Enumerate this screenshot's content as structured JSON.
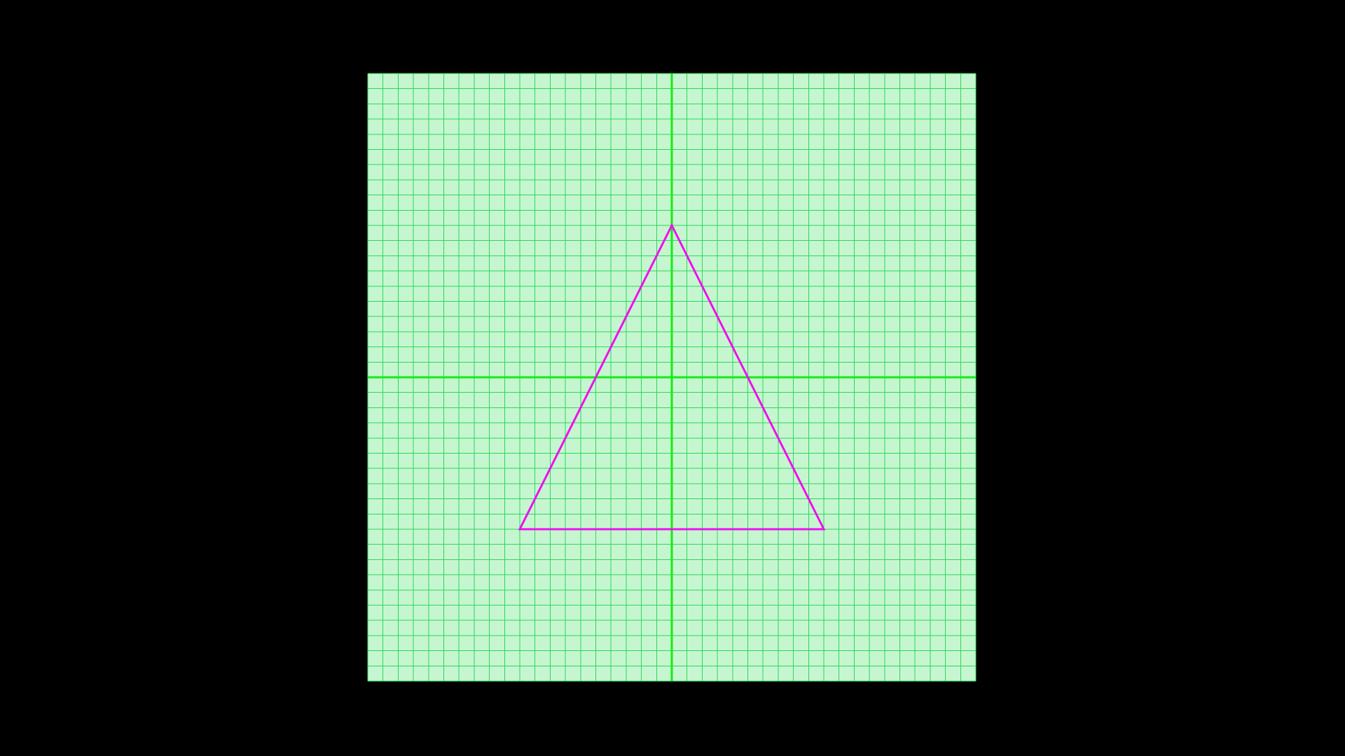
{
  "colors": {
    "background": "#000000",
    "paper": "#c6f6d0",
    "minor_grid": "#2ad85a",
    "axis": "#11ee11",
    "shape": "#ee11ee"
  },
  "grid": {
    "x_range": [
      -20,
      20
    ],
    "y_range": [
      -20,
      20
    ],
    "minor_step": 1,
    "axes_visible": true
  },
  "shape": {
    "type": "triangle",
    "vertices": [
      {
        "x": 0,
        "y": 10
      },
      {
        "x": -10,
        "y": -10
      },
      {
        "x": 10,
        "y": -10
      }
    ]
  }
}
